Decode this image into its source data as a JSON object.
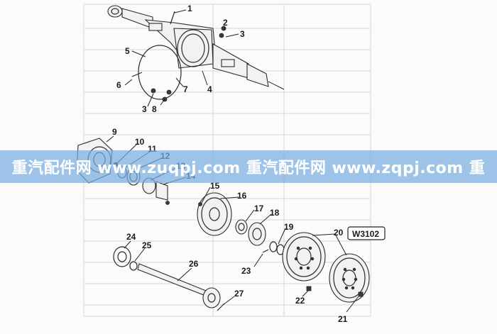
{
  "diagram": {
    "code_box": "W3102",
    "callouts": [
      "1",
      "2",
      "3",
      "4",
      "5",
      "6",
      "7",
      "3",
      "8",
      "9",
      "10",
      "11",
      "12",
      "13",
      "14",
      "15",
      "16",
      "17",
      "18",
      "19",
      "20",
      "21",
      "22",
      "23",
      "24",
      "25",
      "26",
      "27"
    ]
  },
  "watermark": {
    "text": "重汽配件网 www.zuqpj.com 重汽配件网 www.zqpj.com 重"
  }
}
